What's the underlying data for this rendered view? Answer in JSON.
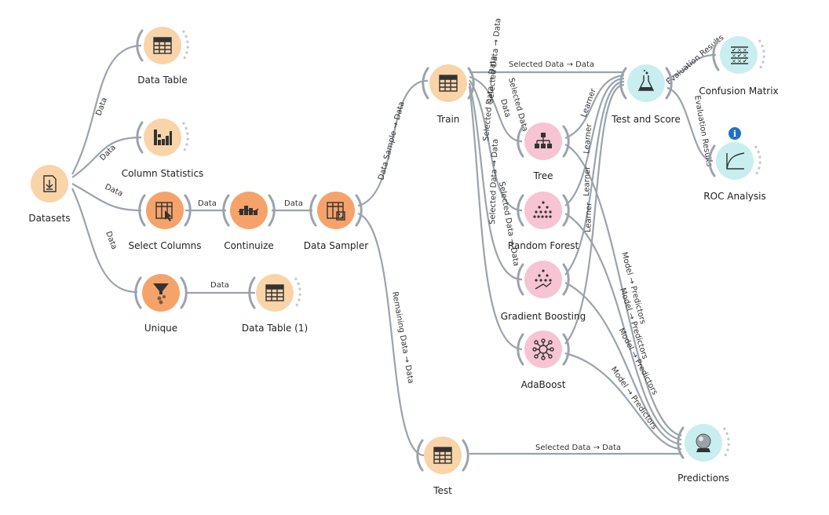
{
  "nodes": {
    "datasets": {
      "label": "Datasets",
      "icon": "download-file-icon"
    },
    "data_table": {
      "label": "Data Table",
      "icon": "table-icon"
    },
    "column_statistics": {
      "label": "Column Statistics",
      "icon": "bar-chart-icon"
    },
    "select_columns": {
      "label": "Select Columns",
      "icon": "select-columns-icon"
    },
    "continuize": {
      "label": "Continuize",
      "icon": "continuize-icon"
    },
    "data_sampler": {
      "label": "Data Sampler",
      "icon": "data-sampler-icon"
    },
    "unique": {
      "label": "Unique",
      "icon": "funnel-icon"
    },
    "data_table_1": {
      "label": "Data Table (1)",
      "icon": "table-icon"
    },
    "train": {
      "label": "Train",
      "icon": "table-icon"
    },
    "test": {
      "label": "Test",
      "icon": "table-icon"
    },
    "tree": {
      "label": "Tree",
      "icon": "tree-icon"
    },
    "random_forest": {
      "label": "Random Forest",
      "icon": "random-forest-icon"
    },
    "gradient_boosting": {
      "label": "Gradient Boosting",
      "icon": "gradient-boosting-icon"
    },
    "adaboost": {
      "label": "AdaBoost",
      "icon": "adaboost-icon"
    },
    "test_and_score": {
      "label": "Test and Score",
      "icon": "flask-icon"
    },
    "confusion_matrix": {
      "label": "Confusion Matrix",
      "icon": "confusion-matrix-icon"
    },
    "roc_analysis": {
      "label": "ROC Analysis",
      "icon": "roc-curve-icon"
    },
    "predictions": {
      "label": "Predictions",
      "icon": "crystal-ball-icon"
    }
  },
  "links": {
    "data": "Data",
    "data_sample": "Data Sample → Data",
    "remaining_data": "Remaining Data → Data",
    "selected_data": "Selected Data → Data",
    "selected_data_short": "Selected Data →",
    "learner": "Learner",
    "model_predictors": "Model → Predictors",
    "evaluation_results": "Evaluation Results"
  },
  "info_badge": "i",
  "colors": {
    "data_orange": "#f9d4a8",
    "transform_orange": "#f5a36a",
    "model_pink": "#f6c4d2",
    "eval_cyan": "#c8eef0",
    "link_gray": "#9aa3ad",
    "info_blue": "#1a73c7"
  }
}
